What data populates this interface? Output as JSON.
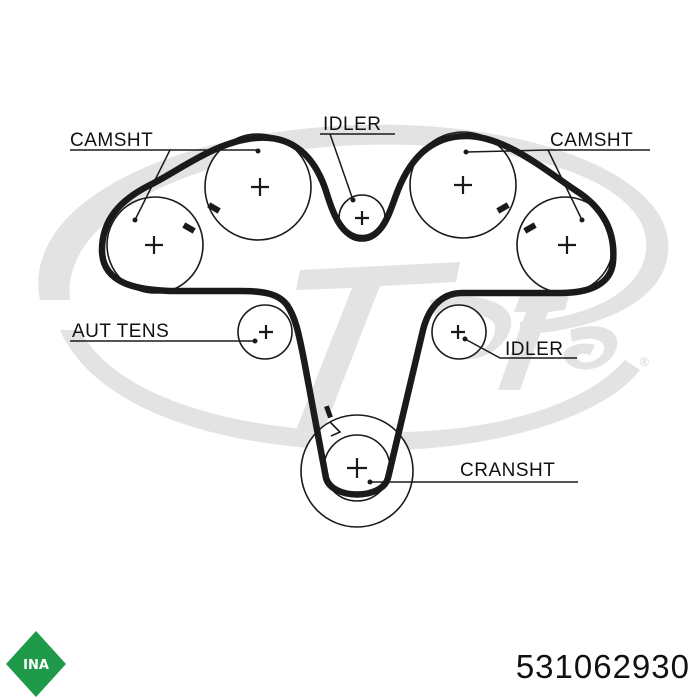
{
  "diagram": {
    "labels": {
      "camshaft_left": "CAMSHT",
      "idler_top": "IDLER",
      "camshaft_right": "CAMSHT",
      "auto_tensioner": "AUT TENS",
      "idler_right": "IDLER",
      "crankshaft": "CRANSHT"
    },
    "watermark_mark": "®"
  },
  "branding": {
    "logo_text": "INA",
    "logo_color": "#1f9a4a",
    "part_number": "531062930"
  },
  "colors": {
    "ink": "#1a1a1a",
    "watermark": "#e3e3e3"
  }
}
